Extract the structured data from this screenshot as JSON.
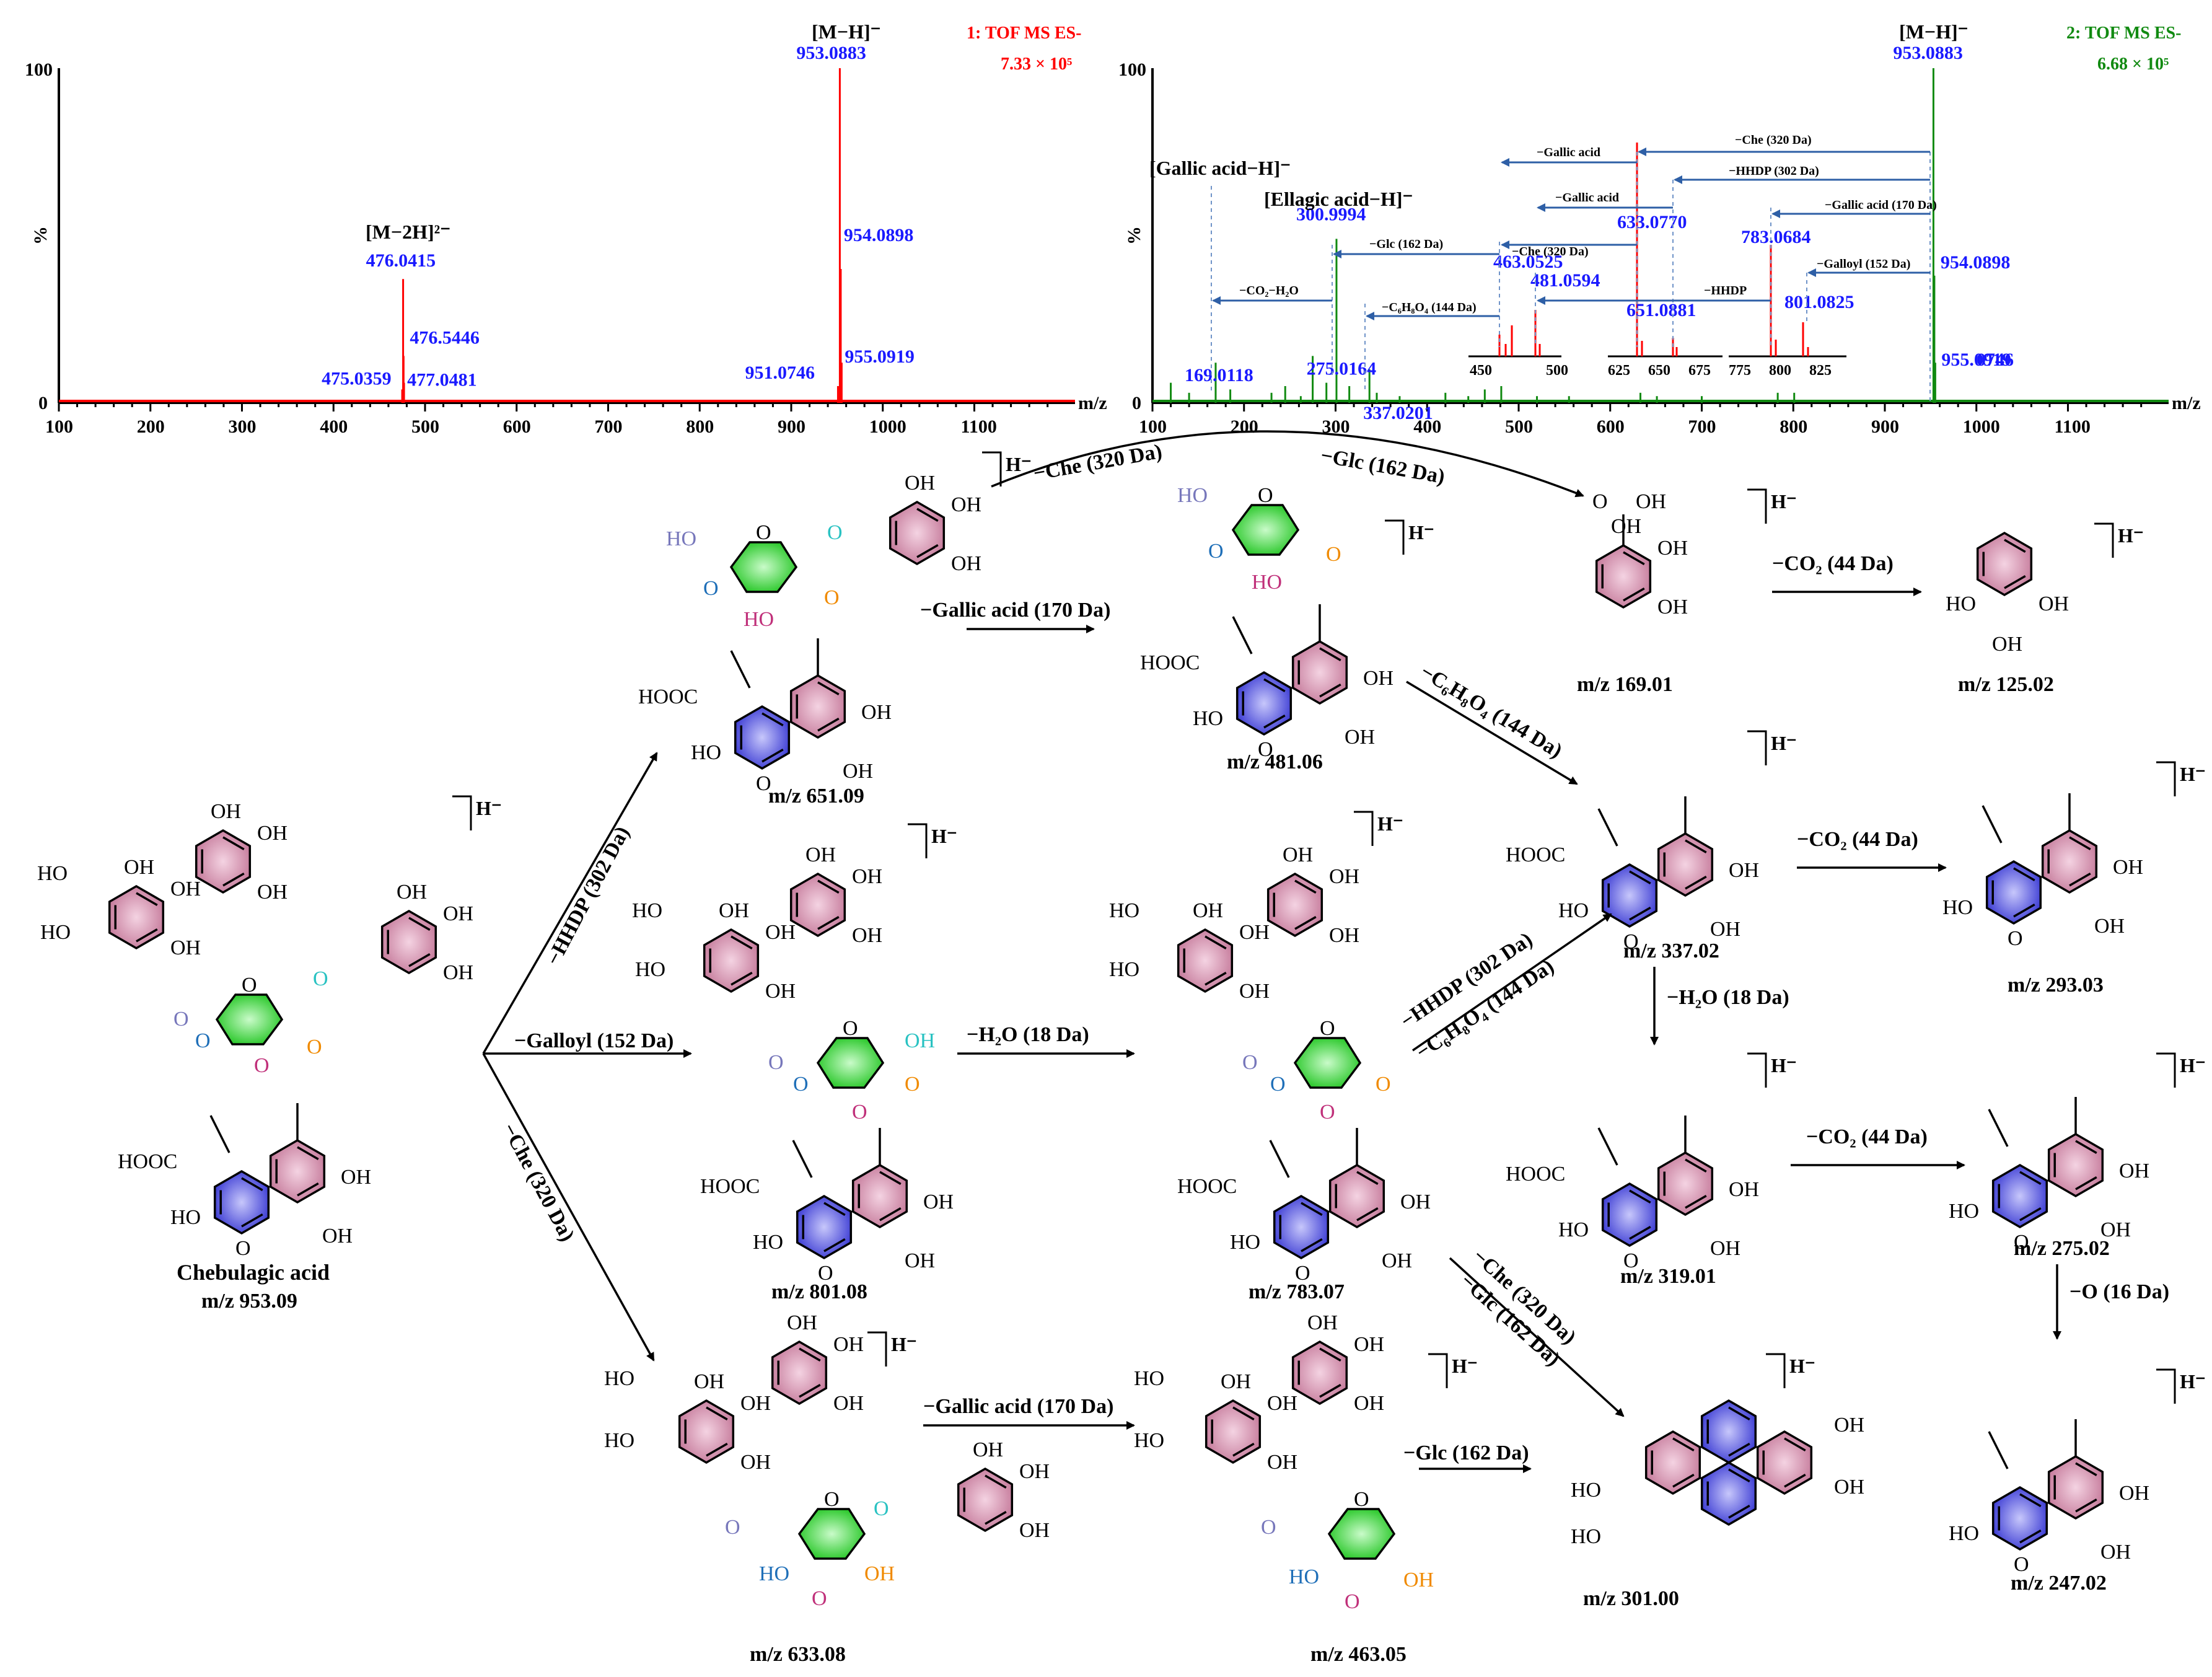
{
  "spectrum1": {
    "title": "1: TOF MS ES-",
    "intensity": "7.33 × 10⁵",
    "title_color": "#ff0000",
    "y_label": "%",
    "x_unit": "m/z",
    "y_ticks": [
      "0",
      "100"
    ],
    "x_ticks": [
      "100",
      "200",
      "300",
      "400",
      "500",
      "600",
      "700",
      "800",
      "900",
      "1000",
      "1100"
    ],
    "peak_labels": {
      "mh": "[M−H]⁻",
      "m2h": "[M−2H]²⁻"
    },
    "peaks": [
      {
        "mz": 475.0359,
        "rel": 4,
        "label": "475.0359"
      },
      {
        "mz": 476.0415,
        "rel": 37,
        "label": "476.0415"
      },
      {
        "mz": 476.5446,
        "rel": 14,
        "label": "476.5446"
      },
      {
        "mz": 477.0481,
        "rel": 6,
        "label": "477.0481"
      },
      {
        "mz": 951.0746,
        "rel": 5,
        "label": "951.0746"
      },
      {
        "mz": 953.0883,
        "rel": 100,
        "label": "953.0883"
      },
      {
        "mz": 954.0898,
        "rel": 40,
        "label": "954.0898"
      },
      {
        "mz": 955.0919,
        "rel": 12,
        "label": "955.0919"
      }
    ]
  },
  "spectrum2": {
    "title": "2: TOF MS ES-",
    "intensity": "6.68 × 10⁵",
    "title_color": "#118a11",
    "y_label": "%",
    "x_unit": "m/z",
    "y_ticks": [
      "0",
      "100"
    ],
    "x_ticks": [
      "100",
      "200",
      "300",
      "400",
      "500",
      "600",
      "700",
      "800",
      "900",
      "1000",
      "1100"
    ],
    "peak_labels": {
      "mh": "[M−H]⁻",
      "gallic": "[Gallic acid−H]⁻",
      "ellagic": "[Ellagic acid−H]⁻"
    },
    "peaks": [
      {
        "mz": 169.0118,
        "rel": 12,
        "label": "169.0118"
      },
      {
        "mz": 275.0164,
        "rel": 14,
        "label": "275.0164"
      },
      {
        "mz": 300.9994,
        "rel": 49,
        "label": "300.9994"
      },
      {
        "mz": 337.0201,
        "rel": 10,
        "label": "337.0201"
      },
      {
        "mz": 953.0883,
        "rel": 100,
        "label": "953.0883"
      },
      {
        "mz": 954.0898,
        "rel": 38,
        "label": "954.0898"
      },
      {
        "mz": 955.0919,
        "rel": 12,
        "label": "955.0919"
      }
    ],
    "cut_label": "0746",
    "inset_labels": [
      "463.0525",
      "481.0594",
      "633.0770",
      "651.0881",
      "783.0684",
      "801.0825"
    ],
    "inset_ticks_a": [
      "450",
      "500"
    ],
    "inset_ticks_b": [
      "625",
      "650",
      "675"
    ],
    "inset_ticks_c": [
      "775",
      "800",
      "825"
    ],
    "losses": [
      "−Che (320 Da)",
      "−Gallic acid",
      "−HHDP (302 Da)",
      "−Gallic acid",
      "−Gallic acid (170 Da)",
      "−Glc (162 Da)",
      "−Che (320 Da)",
      "−Galloyl (152 Da)",
      "−CO₂−H₂O",
      "−HHDP",
      "−C₆H₈O₄ (144 Da)"
    ]
  },
  "scheme": {
    "hminus": "]H⁻",
    "compounds": [
      {
        "name": "Chebulagic acid",
        "mz": "m/z 953.09"
      },
      {
        "name": "",
        "mz": "m/z 651.09"
      },
      {
        "name": "",
        "mz": "m/z 801.08"
      },
      {
        "name": "",
        "mz": "m/z 633.08"
      },
      {
        "name": "",
        "mz": "m/z 481.06"
      },
      {
        "name": "",
        "mz": "m/z 783.07"
      },
      {
        "name": "",
        "mz": "m/z 463.05"
      },
      {
        "name": "",
        "mz": "m/z 169.01"
      },
      {
        "name": "",
        "mz": "m/z 125.02"
      },
      {
        "name": "",
        "mz": "m/z 337.02"
      },
      {
        "name": "",
        "mz": "m/z 319.01"
      },
      {
        "name": "",
        "mz": "m/z 301.00"
      },
      {
        "name": "",
        "mz": "m/z 293.03"
      },
      {
        "name": "",
        "mz": "m/z 275.02"
      },
      {
        "name": "",
        "mz": "m/z 247.02"
      }
    ],
    "losses": {
      "hhdp": "−HHDP (302 Da)",
      "galloyl": "−Galloyl (152 Da)",
      "che": "−Che (320 Da)",
      "gallic_top": "−Gallic acid (170 Da)",
      "che_top": "−Che (320 Da)",
      "glc_top": "−Glc (162 Da)",
      "h2o": "−H₂O (18 Da)",
      "gallic_bottom": "−Gallic acid (170 Da)",
      "glc_bottom": "−Glc (162 Da)",
      "c6h8o4": "−C₆H₈O₄ (144 Da)",
      "hhdp_mid": "−HHDP (302 Da)",
      "c6h8o4_mid": "−C₆H₈O₄ (144 Da)",
      "che_low": "−Che (320 Da)",
      "glc_low": "−Glc (162 Da)",
      "co2_a": "−CO₂ (44 Da)",
      "co2_b": "−CO₂ (44 Da)",
      "co2_c": "−CO₂ (44 Da)",
      "h2o_b": "−H₂O (18 Da)",
      "o16": "−O (16 Da)"
    },
    "chem_labels": {
      "oh": "OH",
      "ho": "HO",
      "hooc": "HOOC",
      "o": "O"
    },
    "colors": {
      "pink": "#c77e9e",
      "pink_light": "#f2cddd",
      "blue": "#3b3bd9",
      "blue_light": "#b8b8f5",
      "green": "#1ec81e",
      "green_light": "#b8f5b8"
    }
  }
}
